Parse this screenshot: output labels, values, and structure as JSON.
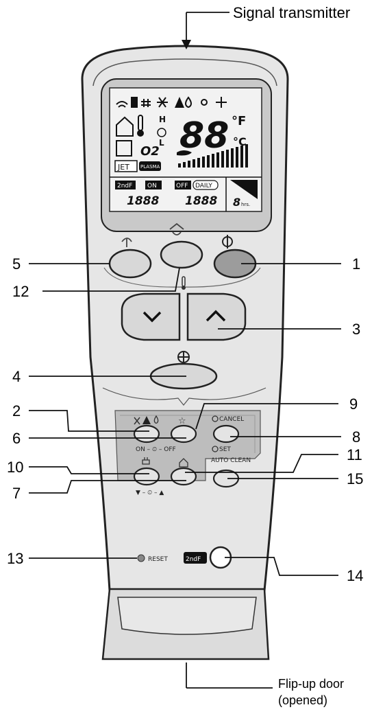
{
  "labels": {
    "signal_transmitter": "Signal transmitter",
    "flip_up_door_line1": "Flip-up door",
    "flip_up_door_line2": "(opened)"
  },
  "callouts": [
    "5",
    "12",
    "1",
    "3",
    "4",
    "2",
    "6",
    "9",
    "8",
    "10",
    "7",
    "11",
    "15",
    "13",
    "14"
  ],
  "lcd": {
    "temp_digits": "88",
    "unit_f": "°F",
    "unit_c": "°C",
    "o2": "O2",
    "hi": "H",
    "lo": "L",
    "jet": "JET",
    "plasma": "PLASMA",
    "second_f": "2ndF",
    "on": "ON",
    "off": "OFF",
    "daily": "DAILY",
    "time_left": "1888",
    "time_right": "1888",
    "hours": "8",
    "hrs_unit": "hrs."
  },
  "buttons": {
    "on_off_timer": "ON – ⏲ – OFF",
    "cancel": "CANCEL",
    "set": "SET",
    "auto_clean": "AUTO CLEAN",
    "sleep_range": "▼ – ⏲ – ▲",
    "reset": "RESET",
    "second_f": "2ndF"
  },
  "colors": {
    "remote_body": "#e6e6e6",
    "remote_outline": "#222222",
    "lcd_window": "#c9c9c9",
    "button_fill": "#d8d8d8",
    "power_button": "#9c9c9c",
    "panel_fill": "#bdbdbd"
  }
}
